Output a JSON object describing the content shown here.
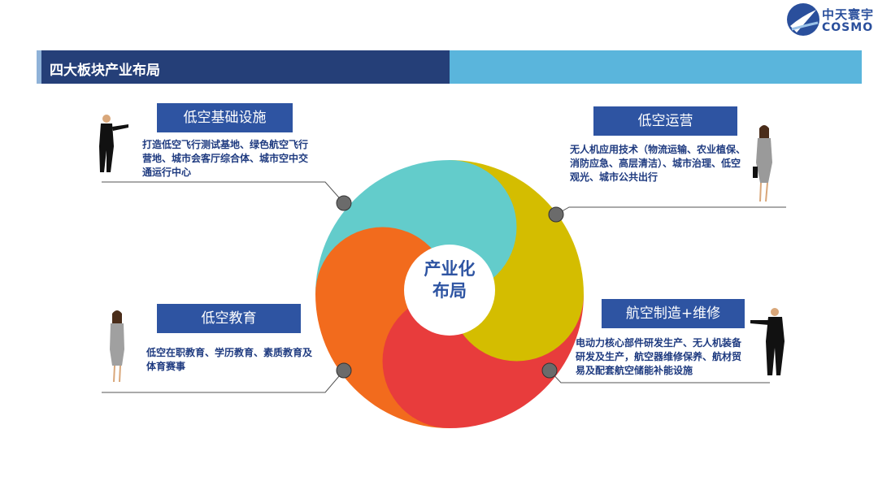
{
  "logo": {
    "cn": "中天寰宇",
    "en": "COSMO"
  },
  "title": "四大板块产业布局",
  "center": {
    "line1": "产业化",
    "line2": "布局"
  },
  "sections": [
    {
      "label": "低空基础设施",
      "desc": "打造低空飞行测试基地、绿色航空飞行营地、城市会客厅综合体、城市空中交通运行中心"
    },
    {
      "label": "低空运营",
      "desc": "无人机应用技术（物流运输、农业植保、消防应急、高层清洁）、城市治理、低空观光、城市公共出行"
    },
    {
      "label": "低空教育",
      "desc": "低空在职教育、学历教育、素质教育及体育赛事"
    },
    {
      "label": "航空制造+维修",
      "desc": "电动力核心部件研发生产、无人机装备研发及生产，航空器维修保养、航材贸易及配套航空储能补能设施"
    }
  ],
  "colors": {
    "teal": "#63cccb",
    "yellow": "#d4bd00",
    "red": "#e83c3c",
    "orange": "#f26b1d",
    "navy": "#253f78",
    "sky": "#5ab5dc"
  }
}
